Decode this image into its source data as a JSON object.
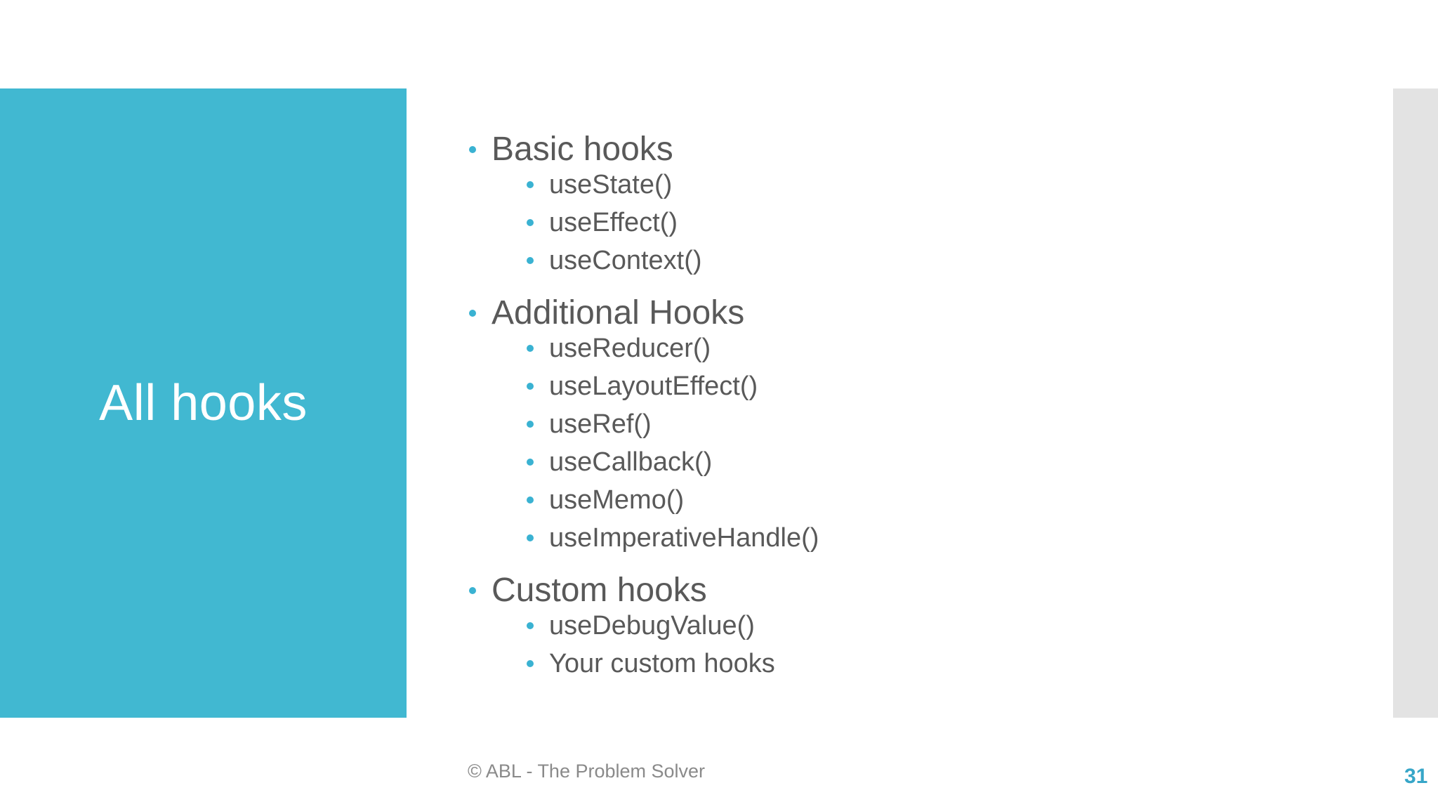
{
  "slide": {
    "title": "All hooks",
    "sections": [
      {
        "label": "Basic hooks",
        "items": [
          "useState()",
          "useEffect()",
          "useContext()"
        ]
      },
      {
        "label": "Additional Hooks",
        "items": [
          "useReducer()",
          "useLayoutEffect()",
          "useRef()",
          "useCallback()",
          "useMemo()",
          "useImperativeHandle()"
        ]
      },
      {
        "label": "Custom hooks",
        "items": [
          "useDebugValue()",
          "Your custom hooks"
        ]
      }
    ],
    "footer": "© ABL - The Problem Solver",
    "page_number": "31",
    "colors": {
      "accent_teal": "#41b8d1",
      "bullet_teal": "#3ab2d2",
      "body_text_gray": "#595959",
      "footer_gray": "#8a8a8a",
      "right_strip_gray": "#e3e3e3",
      "page_number_teal": "#37a6c8",
      "title_text": "#ffffff"
    }
  }
}
